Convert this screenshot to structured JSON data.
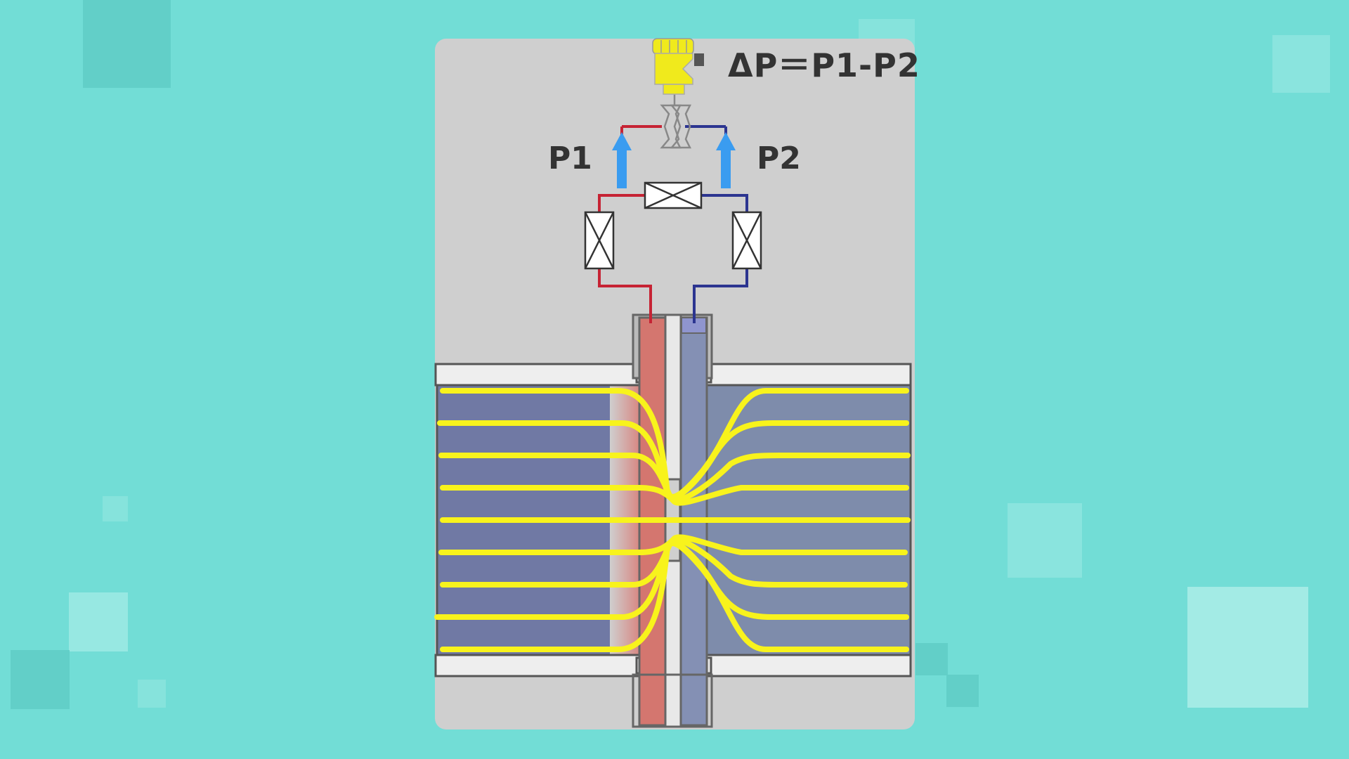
{
  "labels": {
    "delta_p_formula": "ΔP＝P1-P2",
    "p1": "P1",
    "p2": "P2"
  },
  "colors": {
    "background": "#72ddd6",
    "panel": "#cfcfcf",
    "high_pressure_line": "#c62334",
    "low_pressure_line": "#2c3590",
    "arrow": "#3a9cf0",
    "flow_lines": "#f8f31c",
    "transmitter": "#f0ea1c",
    "pipe_body": "#7079a4",
    "orifice_wall": "#666666"
  },
  "icons": [
    "pressure-transmitter-icon",
    "valve-icon",
    "up-arrow-icon"
  ]
}
